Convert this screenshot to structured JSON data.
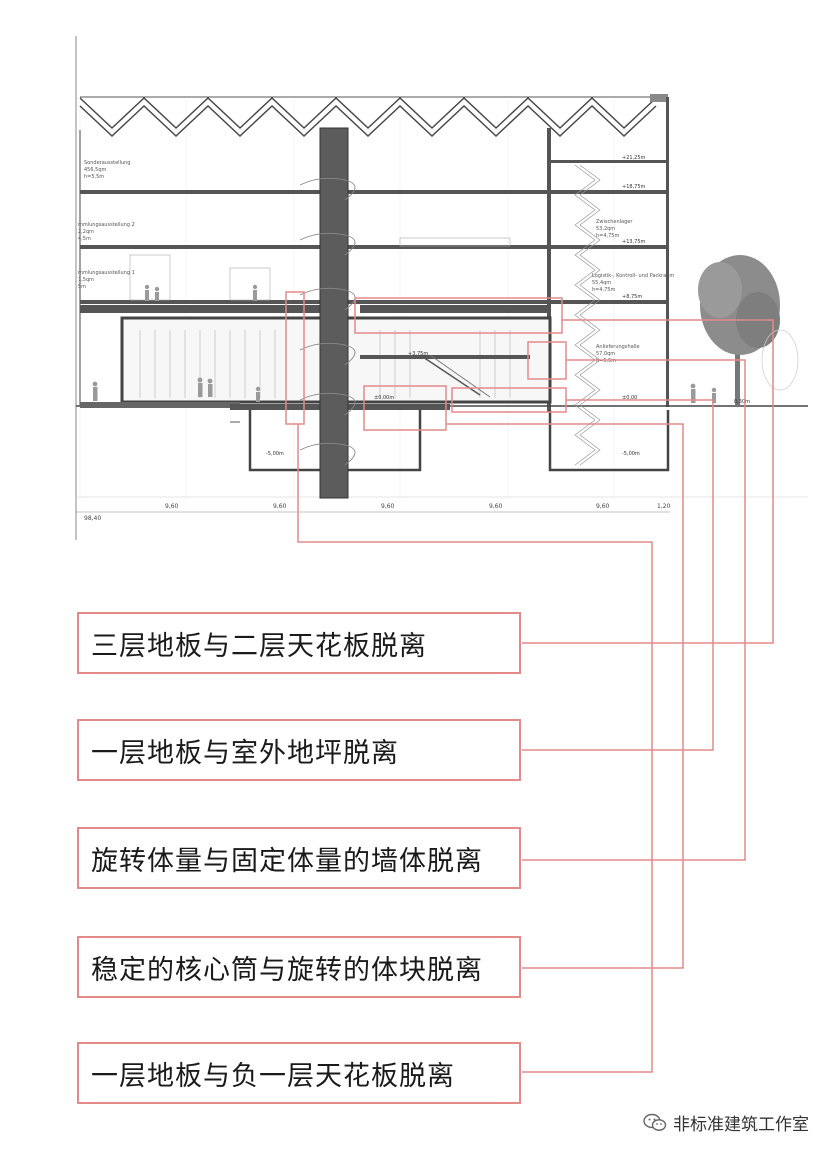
{
  "labels": [
    "三层地板与二层天花板脱离",
    "一层地板与室外地坪脱离",
    "旋转体量与固定体量的墙体脱离",
    "稳定的核心筒与旋转的体块脱离",
    "一层地板与负一层天花板脱离"
  ],
  "watermark": "非标准建筑工作室",
  "section": {
    "rooms": {
      "sonder": [
        "Sonderausstellung",
        "456,5qm",
        "h=5,5m"
      ],
      "samm2": [
        "mmlungsausstellung 2",
        "2,2qm",
        "4,5m"
      ],
      "samm1": [
        "mmlungsausstellung 1",
        "1,5qm",
        "5m"
      ],
      "zwischen": [
        "Zwischenlager",
        "53,2qm",
        "h=4,75m"
      ],
      "logistik": [
        "Logistik-, Kontroll- und Packraum",
        "55,4qm",
        "h=4,75m"
      ],
      "anlief": [
        "Anlieferungshalle",
        "57,0qm",
        "h=5,5m"
      ]
    },
    "levels": [
      "+21,25m",
      "+18,75m",
      "+13,75m",
      "+8,75m",
      "+3,75m",
      "±0,00m",
      "-5,00m",
      "±0,00",
      "-5,00m",
      "0,30m"
    ],
    "dims": [
      "9,60",
      "9,60",
      "9,60",
      "9,60",
      "9,60",
      "1,20",
      "98,40"
    ]
  },
  "colors": {
    "accent": "#e48a8a",
    "core": "#5c5c5c",
    "tree": "#8c8c8c"
  }
}
